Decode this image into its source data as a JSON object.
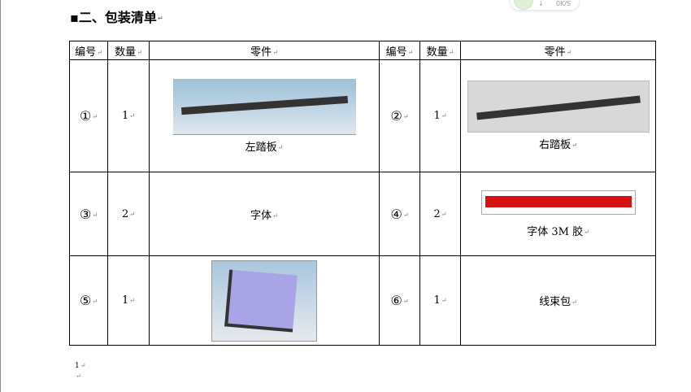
{
  "heading": "▪二、包装清单",
  "widget": {
    "speed": "0K/S"
  },
  "headers": {
    "no": "编号",
    "qty": "数量",
    "part": "零件"
  },
  "rows": [
    [
      {
        "no": "①",
        "qty": "1",
        "part": "左踏板"
      },
      {
        "no": "②",
        "qty": "1",
        "part": "右踏板"
      }
    ],
    [
      {
        "no": "③",
        "qty": "2",
        "part": "字体"
      },
      {
        "no": "④",
        "qty": "2",
        "part": "字体 3M 胶"
      }
    ],
    [
      {
        "no": "⑤",
        "qty": "1",
        "part": ""
      },
      {
        "no": "⑥",
        "qty": "1",
        "part": "线束包"
      }
    ]
  ],
  "footer": "1"
}
